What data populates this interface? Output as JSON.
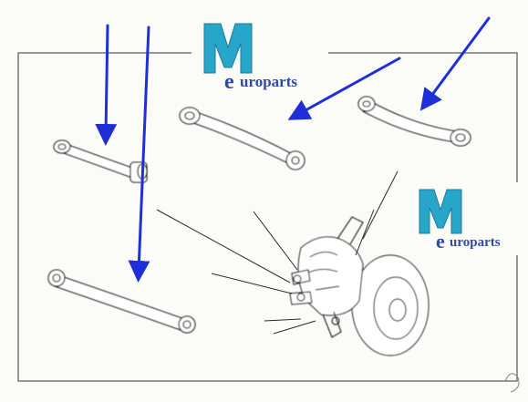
{
  "colors": {
    "arrow": "#1f2fd8",
    "line": "#2b2b2b",
    "frame": "#555555",
    "paper": "#fbfbf8",
    "logo_teal": "#27a6c9",
    "logo_blue": "#2f4aa6"
  },
  "logos": [
    {
      "letter": "M",
      "inner_letter": "e",
      "text": "uroparts"
    },
    {
      "letter": "M",
      "inner_letter": "e",
      "text": "uroparts"
    }
  ],
  "parts": [
    {
      "name": "short-control-arm-left"
    },
    {
      "name": "upper-control-arm"
    },
    {
      "name": "curved-control-arm"
    },
    {
      "name": "long-lower-control-arm"
    },
    {
      "name": "rear-hub-assembly"
    }
  ]
}
